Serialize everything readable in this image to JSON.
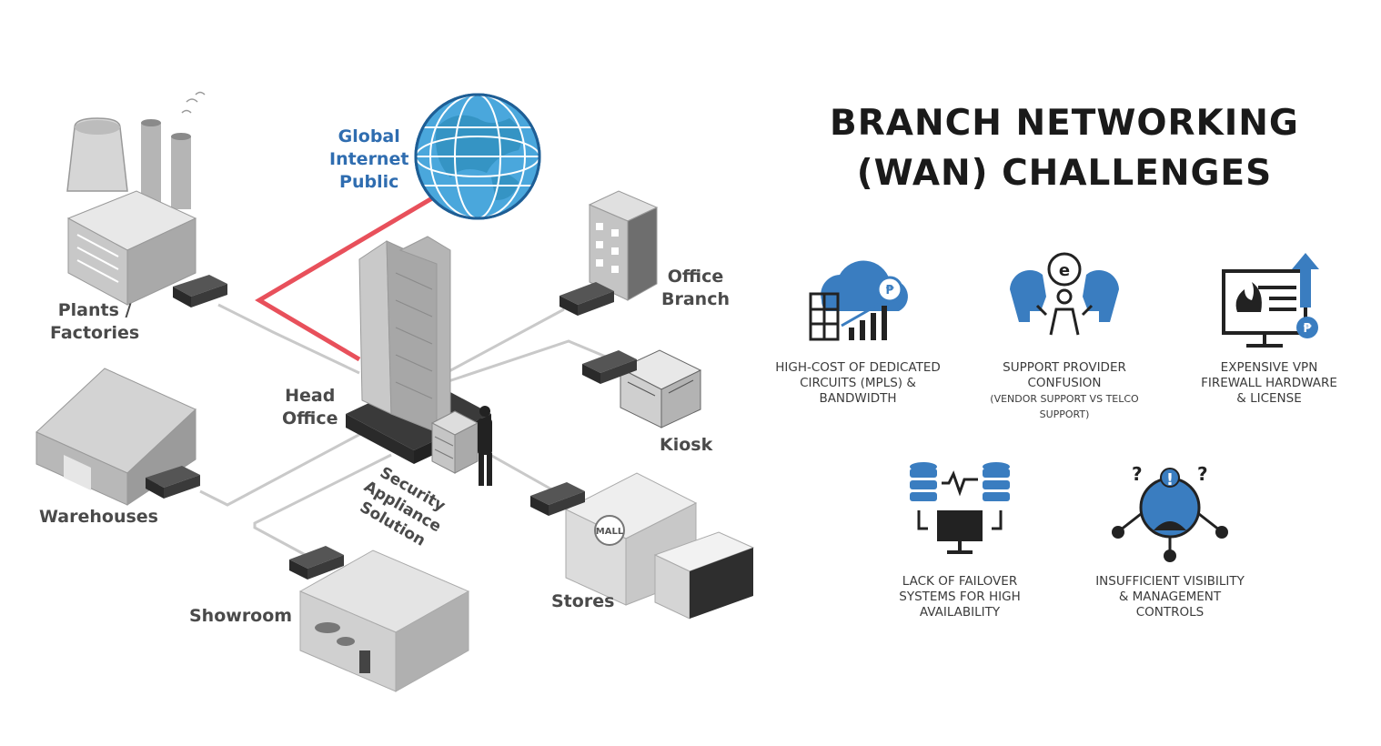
{
  "colors": {
    "accent_blue": "#2f6db0",
    "icon_blue": "#3a7dc0",
    "link_red": "#e8505b",
    "link_gray": "#c9c9c9",
    "label_gray": "#4a4a4a"
  },
  "diagram": {
    "nodes": {
      "globe": {
        "icon": "globe-icon",
        "lines": [
          "Global",
          "Internet",
          "Public"
        ]
      },
      "plants": {
        "icon": "factory-icon",
        "lines": [
          "Plants /",
          "Factories"
        ]
      },
      "warehouses": {
        "icon": "warehouse-icon",
        "lines": [
          "Warehouses"
        ]
      },
      "showroom": {
        "icon": "showroom-icon",
        "lines": [
          "Showroom"
        ]
      },
      "head_office": {
        "icon": "skyscraper-icon",
        "lines": [
          "Head",
          "Office"
        ]
      },
      "security": {
        "icon": "server-rack-icon",
        "lines": [
          "Security",
          "Appliance",
          "Solution"
        ]
      },
      "office_branch": {
        "icon": "office-building-icon",
        "lines": [
          "Office",
          "Branch"
        ]
      },
      "kiosk": {
        "icon": "kiosk-icon",
        "lines": [
          "Kiosk"
        ]
      },
      "stores": {
        "icon": "mall-icon",
        "lines": [
          "Stores"
        ],
        "sign": "MALL"
      }
    }
  },
  "title": {
    "line1": "BRANCH NETWORKING",
    "line2": "(WAN) CHALLENGES"
  },
  "challenges": [
    {
      "icon": "cloud-cost-icon",
      "lines": [
        "HIGH-COST OF DEDICATED",
        "CIRCUITS (MPLS) &",
        "BANDWIDTH"
      ],
      "sub": ""
    },
    {
      "icon": "support-confusion-icon",
      "lines": [
        "SUPPORT PROVIDER",
        "CONFUSION"
      ],
      "sub": "(VENDOR SUPPORT VS TELCO SUPPORT)"
    },
    {
      "icon": "firewall-cost-icon",
      "lines": [
        "EXPENSIVE VPN",
        "FIREWALL HARDWARE",
        "& LICENSE"
      ],
      "sub": ""
    },
    {
      "icon": "failover-icon",
      "lines": [
        "LACK OF FAILOVER",
        "SYSTEMS FOR HIGH",
        "AVAILABILITY"
      ],
      "sub": ""
    },
    {
      "icon": "visibility-icon",
      "lines": [
        "INSUFFICIENT VISIBILITY",
        "& MANAGEMENT",
        "CONTROLS"
      ],
      "sub": ""
    }
  ]
}
